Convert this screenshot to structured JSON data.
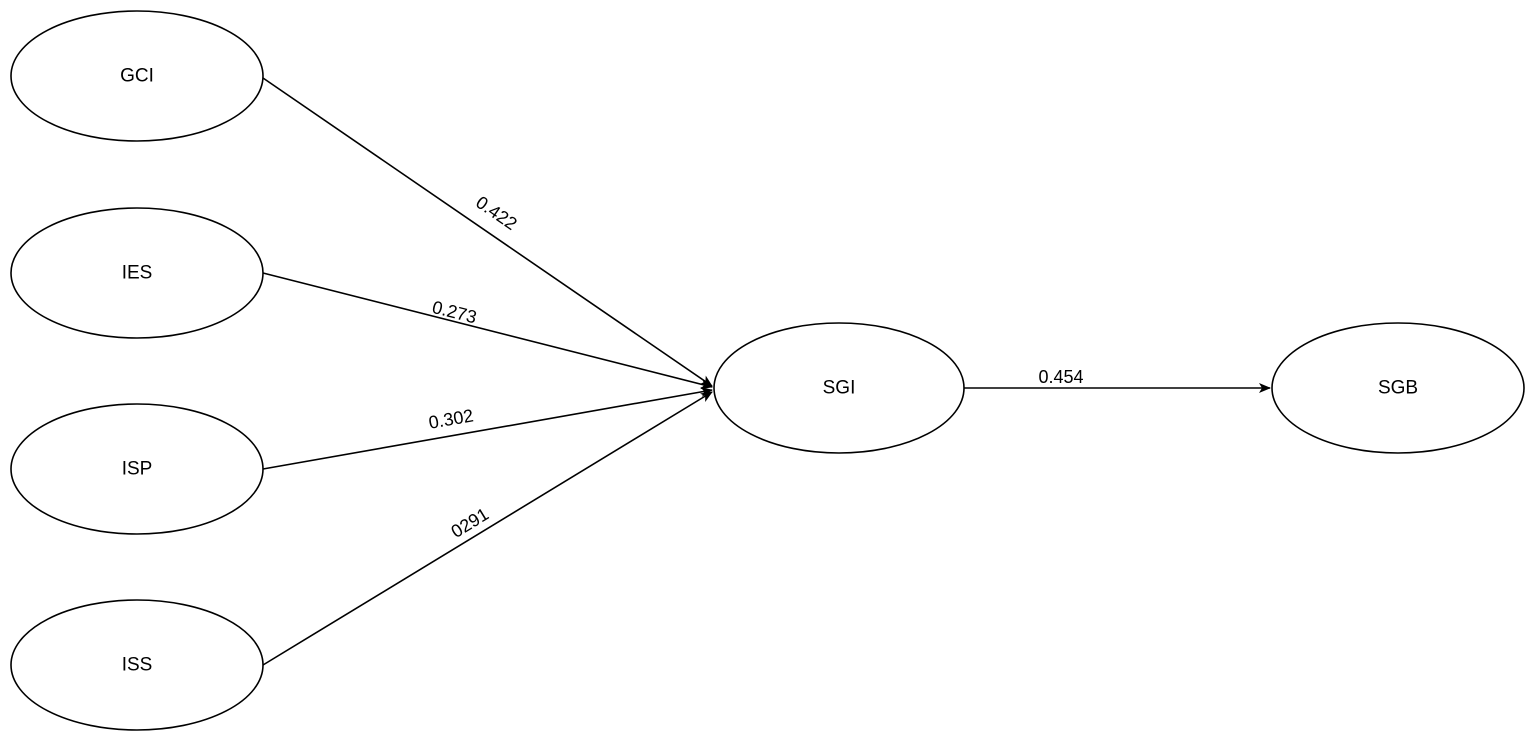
{
  "nodes": [
    {
      "id": "GCI",
      "label": "GCI"
    },
    {
      "id": "IES",
      "label": "IES"
    },
    {
      "id": "ISP",
      "label": "ISP"
    },
    {
      "id": "ISS",
      "label": "ISS"
    },
    {
      "id": "SGI",
      "label": "SGI"
    },
    {
      "id": "SGB",
      "label": "SGB"
    }
  ],
  "edges": [
    {
      "from": "GCI",
      "to": "SGI",
      "label": "0.422"
    },
    {
      "from": "IES",
      "to": "SGI",
      "label": "0.273"
    },
    {
      "from": "ISP",
      "to": "SGI",
      "label": "0.302"
    },
    {
      "from": "ISS",
      "to": "SGI",
      "label": "0291"
    },
    {
      "from": "SGI",
      "to": "SGB",
      "label": "0.454"
    }
  ]
}
